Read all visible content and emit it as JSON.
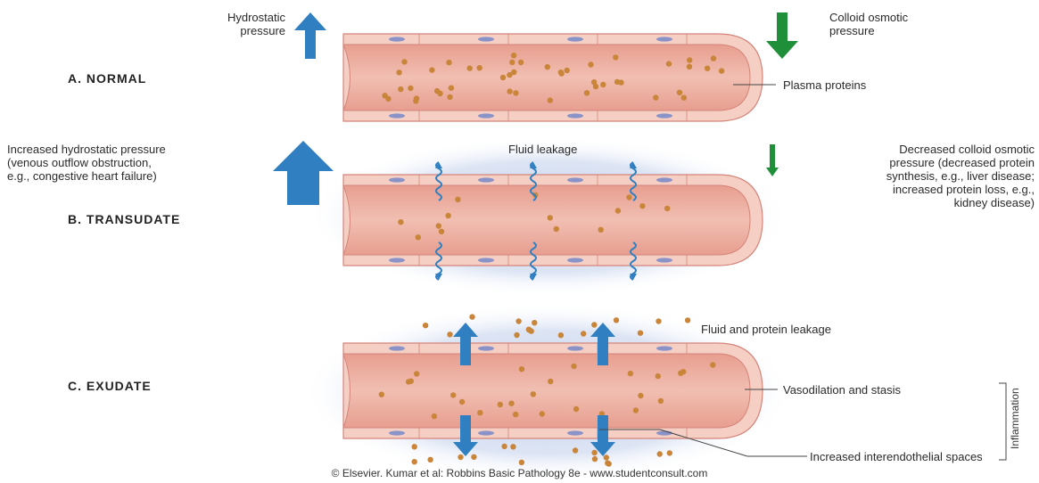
{
  "colors": {
    "vessel_fill": "#e8a79a",
    "vessel_edge": "#d4857a",
    "wall": "#f6cfc4",
    "nucleus": "#8a93c8",
    "protein": "#c9853a",
    "arrow_blue": "#2f7fc1",
    "arrow_green": "#1f8f3a",
    "halo": "#c9d5ee"
  },
  "icons": {
    "up_arrow": "up-arrow-icon",
    "down_arrow": "down-arrow-icon",
    "wavy_arrow": "wavy-arrow-icon"
  },
  "normal": {
    "title": "A. NORMAL",
    "hydrostatic_label": "Hydrostatic\npressure",
    "colloid_label": "Colloid osmotic\npressure",
    "proteins_label": "Plasma proteins"
  },
  "transudate": {
    "title": "B. TRANSUDATE",
    "hydrostatic_label": "Increased hydrostatic pressure\n(venous outflow obstruction,\ne.g., congestive heart failure)",
    "leakage_label": "Fluid leakage",
    "colloid_label": "Decreased colloid osmotic\npressure (decreased protein\nsynthesis, e.g., liver disease;\nincreased protein loss, e.g.,\nkidney disease)"
  },
  "exudate": {
    "title": "C. EXUDATE",
    "leakage_label": "Fluid and protein leakage",
    "vasodilation_label": "Vasodilation and stasis",
    "spaces_label": "Increased interendothelial spaces",
    "bracket_label": "Inflammation"
  },
  "footer": "© Elsevier. Kumar et al: Robbins Basic Pathology 8e - www.studentconsult.com"
}
